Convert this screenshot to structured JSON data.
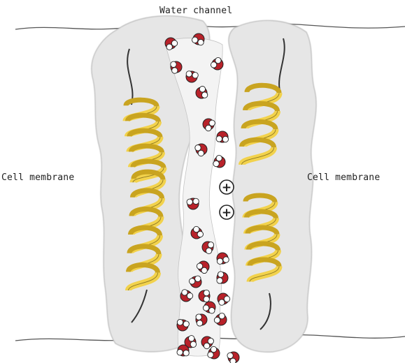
{
  "labels": {
    "top": "Water channel",
    "left": "Cell membrane",
    "right": "Cell membrane"
  },
  "charges": [
    "+",
    "+"
  ],
  "colors": {
    "protein_fill": "#e6e6e6",
    "protein_outline": "#b8b8b8",
    "helix_fill": "#f2d24c",
    "helix_shadow": "#c9a420",
    "oxygen": "#b8222a",
    "hydrogen": "#ffffff",
    "membrane_line": "#555555"
  },
  "water_molecule_count": 29
}
